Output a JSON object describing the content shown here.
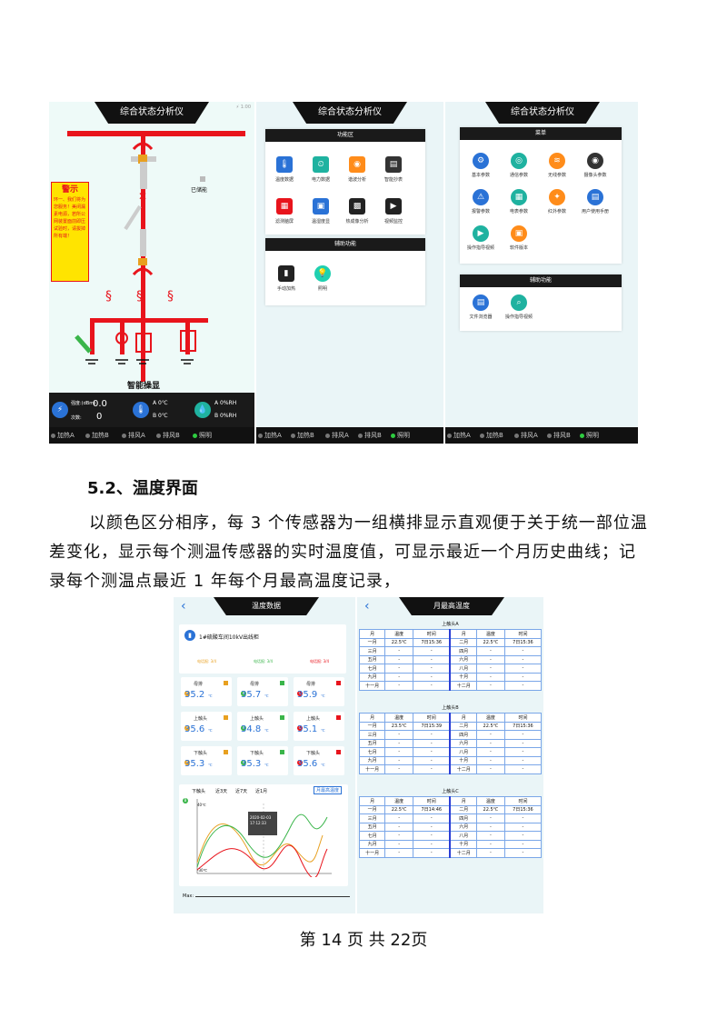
{
  "top_screens": {
    "screen1": {
      "title": "综合状态分析仪",
      "corner": "⚡ 1:00",
      "status_text": "已储能",
      "warning_title": "警示",
      "warning_text": "环一、我们将为您服务！美闭漏素电源，若所公网装置面前即压试验时，请拔掉所有端！",
      "caption": "智能操显",
      "readings": {
        "signal_label": "强度:(dBm)",
        "signal_value": "0.0",
        "count_label": "次数:",
        "count_value": "0",
        "temp_a": "A 0℃",
        "temp_b": "B 0℃",
        "hum_a": "A 0%RH",
        "hum_b": "B 0%RH"
      },
      "bottom_bar": [
        "加热A",
        "加热B",
        "排风A",
        "排风B",
        "照明"
      ]
    },
    "screen2": {
      "title": "综合状态分析仪",
      "panel1_title": "功能区",
      "panel1_items": [
        "温度数据",
        "电力数据",
        "谐波分析",
        "智能抄表",
        "滤测脑屏",
        "温湿度显",
        "热成像分析",
        "视频监控"
      ],
      "panel2_title": "辅助功能",
      "panel2_items": [
        "手动加热",
        "照明"
      ],
      "bottom_bar": [
        "加热A",
        "加热B",
        "排风A",
        "排风B",
        "照明"
      ]
    },
    "screen3": {
      "title": "综合状态分析仪",
      "panel1_title": "菜单",
      "panel1_items": [
        "基本参数",
        "通信参数",
        "无线参数",
        "摄像头参数",
        "报警参数",
        "电表参数",
        "红外参数",
        "用户使用手册",
        "操作指导视频",
        "软件版本"
      ],
      "panel2_title": "辅助功能",
      "panel2_items": [
        "文件浏览器",
        "操作指导视频"
      ],
      "bottom_bar": [
        "加热A",
        "加热B",
        "排风A",
        "排风B",
        "照明"
      ]
    }
  },
  "section_title": "5.2、温度界面",
  "paragraph_line1": "以颜色区分相序，每 3 个传感器为一组横排显示直观便于关于统一部位温",
  "paragraph_line2": "差变化，显示每个测温传感器的实时温度值，可显示最近一个月历史曲线；记",
  "paragraph_line3": "录每个测温点最近 1 年每个月最高温度记录，",
  "temp_screen": {
    "back": "‹",
    "title": "温度数据",
    "device": "1#硫酸车间10kV出线柜",
    "alarms": [
      "电话报: 3/4",
      "电话报: 3/4",
      "电话报: 3/4"
    ],
    "sensors": [
      {
        "group": "A",
        "name": "母排",
        "value": "35.2",
        "unit": "℃"
      },
      {
        "group": "B",
        "name": "母排",
        "value": "35.7",
        "unit": "℃"
      },
      {
        "group": "C",
        "name": "母排",
        "value": "35.9",
        "unit": "℃"
      },
      {
        "group": "A",
        "name": "上触头",
        "value": "35.6",
        "unit": "℃"
      },
      {
        "group": "B",
        "name": "上触头",
        "value": "34.8",
        "unit": "℃"
      },
      {
        "group": "C",
        "name": "上触头",
        "value": "35.1",
        "unit": "℃"
      },
      {
        "group": "A",
        "name": "下触头",
        "value": "35.3",
        "unit": "℃"
      },
      {
        "group": "B",
        "name": "下触头",
        "value": "35.3",
        "unit": "℃"
      },
      {
        "group": "C",
        "name": "下触头",
        "value": "35.6",
        "unit": "℃"
      }
    ],
    "chart": {
      "label": "下触头",
      "tabs": [
        "近3天",
        "近7天",
        "近1月"
      ],
      "button": "月最高温度",
      "ymax": "40℃",
      "ymin": "-30℃",
      "tooltip_date": "2020-02-03",
      "tooltip_time": "17:12:33",
      "max_label": "Max:"
    }
  },
  "month_screen": {
    "title": "月最高温度",
    "headers": [
      "月",
      "温度",
      "时间",
      "月",
      "温度",
      "时间"
    ],
    "tables": [
      {
        "name": "上触头A",
        "rows": [
          [
            "一月",
            "22.5℃",
            "7日15:36",
            "二月",
            "22.5℃",
            "7日15:36"
          ],
          [
            "三月",
            "-",
            "-",
            "四月",
            "-",
            "-"
          ],
          [
            "五月",
            "-",
            "-",
            "六月",
            "-",
            "-"
          ],
          [
            "七月",
            "-",
            "-",
            "八月",
            "-",
            "-"
          ],
          [
            "九月",
            "-",
            "-",
            "十月",
            "-",
            "-"
          ],
          [
            "十一月",
            "-",
            "-",
            "十二月",
            "-",
            "-"
          ]
        ]
      },
      {
        "name": "上触头B",
        "rows": [
          [
            "一月",
            "23.5℃",
            "7日15:39",
            "二月",
            "22.5℃",
            "7日15:36"
          ],
          [
            "三月",
            "-",
            "-",
            "四月",
            "-",
            "-"
          ],
          [
            "五月",
            "-",
            "-",
            "六月",
            "-",
            "-"
          ],
          [
            "七月",
            "-",
            "-",
            "八月",
            "-",
            "-"
          ],
          [
            "九月",
            "-",
            "-",
            "十月",
            "-",
            "-"
          ],
          [
            "十一月",
            "-",
            "-",
            "十二月",
            "-",
            "-"
          ]
        ]
      },
      {
        "name": "上触头C",
        "rows": [
          [
            "一月",
            "22.5℃",
            "7日14:46",
            "二月",
            "22.5℃",
            "7日15:36"
          ],
          [
            "三月",
            "-",
            "-",
            "四月",
            "-",
            "-"
          ],
          [
            "五月",
            "-",
            "-",
            "六月",
            "-",
            "-"
          ],
          [
            "七月",
            "-",
            "-",
            "八月",
            "-",
            "-"
          ],
          [
            "九月",
            "-",
            "-",
            "十月",
            "-",
            "-"
          ],
          [
            "十一月",
            "-",
            "-",
            "十二月",
            "-",
            "-"
          ]
        ]
      }
    ]
  },
  "footer": "第 14 页 共 22页",
  "colors": {
    "red": "#e8141c",
    "blue": "#2a72d6",
    "header": "#111111",
    "table_border": "#7aa6e8"
  }
}
